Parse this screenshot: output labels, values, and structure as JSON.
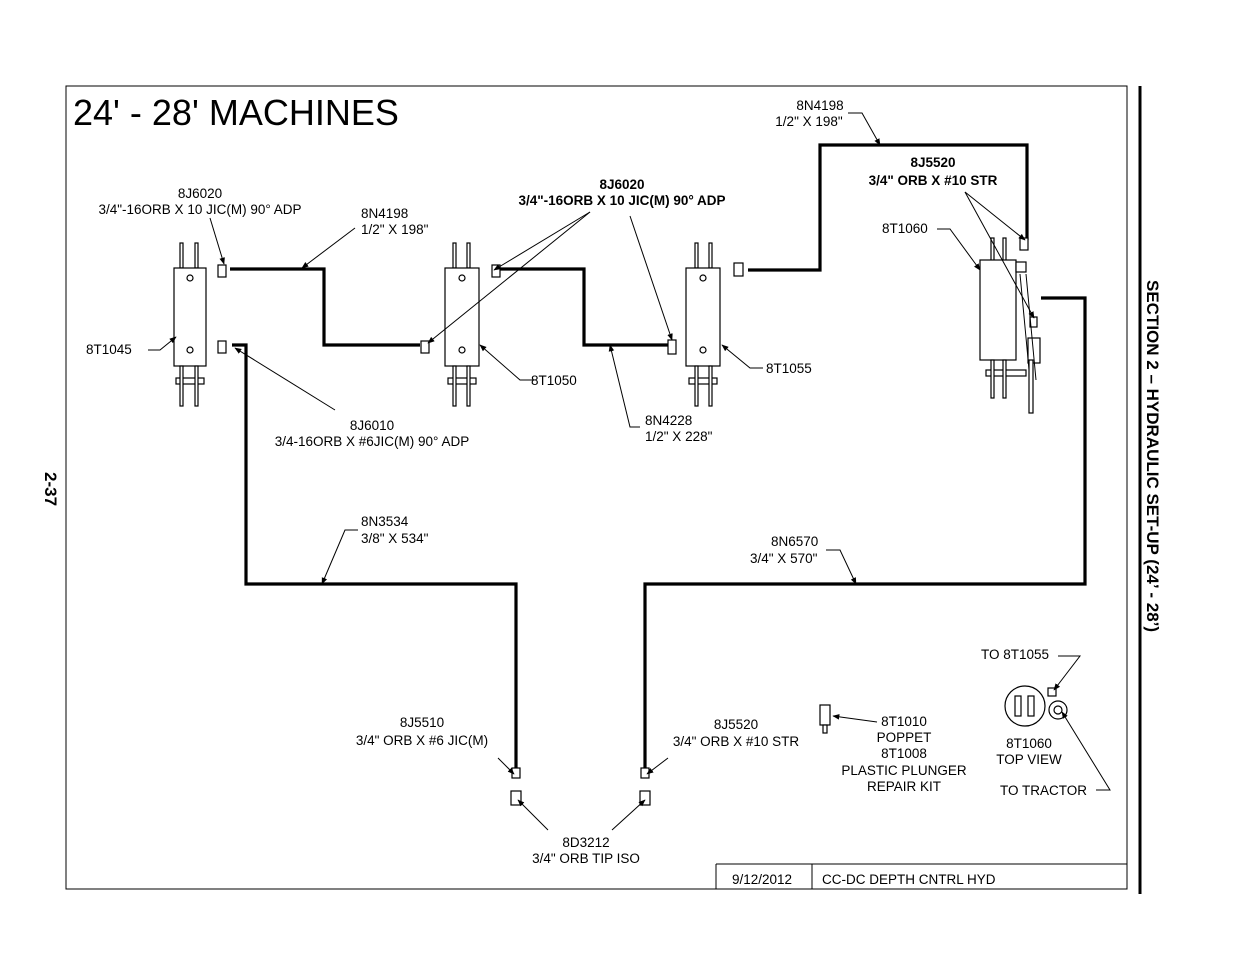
{
  "page_number": "2-37",
  "section_title": "SECTION 2 – HYDRAULIC SET-UP (24’ - 28’)",
  "diagram_title": "24' - 28' MACHINES",
  "title_block": {
    "date": "9/12/2012",
    "drawing": "CC-DC DEPTH CNTRL HYD"
  },
  "labels": {
    "c1_part": "8J6020",
    "c1_desc": "3/4\"-16ORB X 10 JIC(M) 90° ADP",
    "h1_part": "8N4198",
    "h1_desc": "1/2\" X 198\"",
    "c2_part": "8J6020",
    "c2_desc": "3/4\"-16ORB X 10 JIC(M) 90° ADP",
    "h2_part": "8N4198",
    "h2_desc": "1/2\" X 198\"",
    "s1_part": "8J5520",
    "s1_desc": "3/4\" ORB X #10 STR",
    "cyl4_part": "8T1060",
    "cyl1_part": "8T1045",
    "cyl2_part": "8T1050",
    "cyl3_part": "8T1055",
    "c3_part": "8J6010",
    "c3_desc": "3/4-16ORB X #6JIC(M) 90° ADP",
    "h3_part": "8N4228",
    "h3_desc": "1/2\" X 228\"",
    "h4_part": "8N3534",
    "h4_desc": "3/8\" X 534\"",
    "h5_part": "8N6570",
    "h5_desc": "3/4\" X 570\"",
    "to_valve": "TO 8T1055",
    "s2_part": "8J5510",
    "s2_desc": "3/4\" ORB X #6 JIC(M)",
    "s3_part": "8J5520",
    "s3_desc": "3/4\" ORB X #10 STR",
    "poppet_part": "8T1010",
    "poppet_desc": "POPPET",
    "plunger_part": "8T1008",
    "plunger_desc": "PLASTIC PLUNGER",
    "plunger_desc2": "REPAIR KIT",
    "top_view_part": "8T1060",
    "top_view_desc": "TOP VIEW",
    "to_tractor": "TO TRACTOR",
    "tip_part": "8D3212",
    "tip_desc": "3/4\" ORB TIP ISO"
  },
  "colors": {
    "line": "#000000",
    "background": "#ffffff"
  }
}
